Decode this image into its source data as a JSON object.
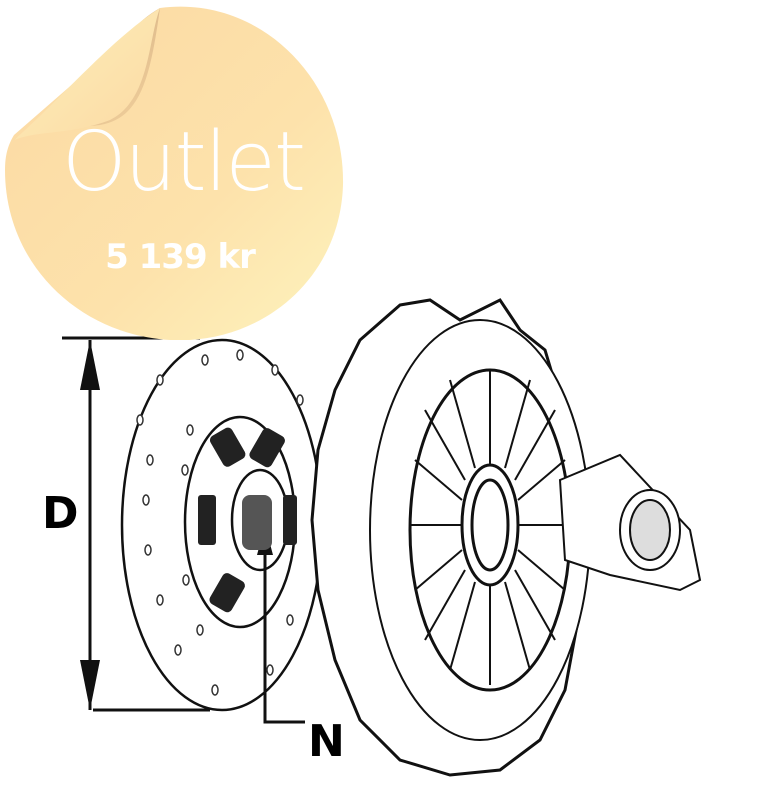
{
  "sticker": {
    "title": "Outlet",
    "price": "5 139 kr",
    "colors": {
      "light": "#fdf3bd",
      "mid": "#fbdca6",
      "shadow": "#c9a57a",
      "text": "#ffffff"
    }
  },
  "diagram": {
    "subject": "clutch-kit",
    "dimension_labels": {
      "diameter": "D",
      "spline": "N"
    }
  }
}
